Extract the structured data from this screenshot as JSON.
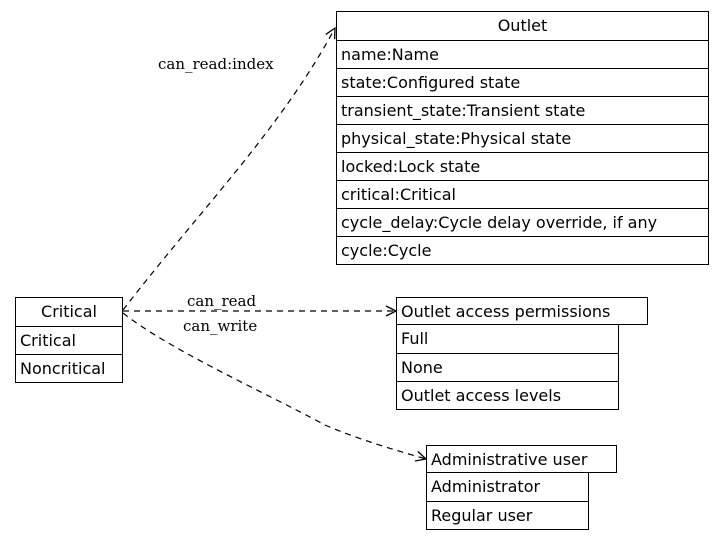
{
  "nodes": {
    "outlet": {
      "title": "Outlet",
      "fields": [
        "name:Name",
        "state:Configured state",
        "transient_state:Transient state",
        "physical_state:Physical state",
        "locked:Lock state",
        "critical:Critical",
        "cycle_delay:Cycle delay override, if any",
        "cycle:Cycle"
      ]
    },
    "critical": {
      "title": "Critical",
      "fields": [
        "Critical",
        "Noncritical"
      ]
    },
    "permissions": {
      "title": "Outlet access permissions",
      "fields": [
        "Full",
        "None",
        "Outlet access levels"
      ]
    },
    "admin_user": {
      "title": "Administrative user",
      "fields": [
        "Administrator",
        "Regular user"
      ]
    }
  },
  "edges": [
    {
      "from": "critical",
      "to": "outlet",
      "label": "can_read:index"
    },
    {
      "from": "critical",
      "to": "permissions",
      "label": "can_read"
    },
    {
      "from": "critical",
      "to": "admin_user",
      "label": "can_write"
    }
  ],
  "colors": {
    "line": "#000000",
    "fill": "#ffffff"
  }
}
